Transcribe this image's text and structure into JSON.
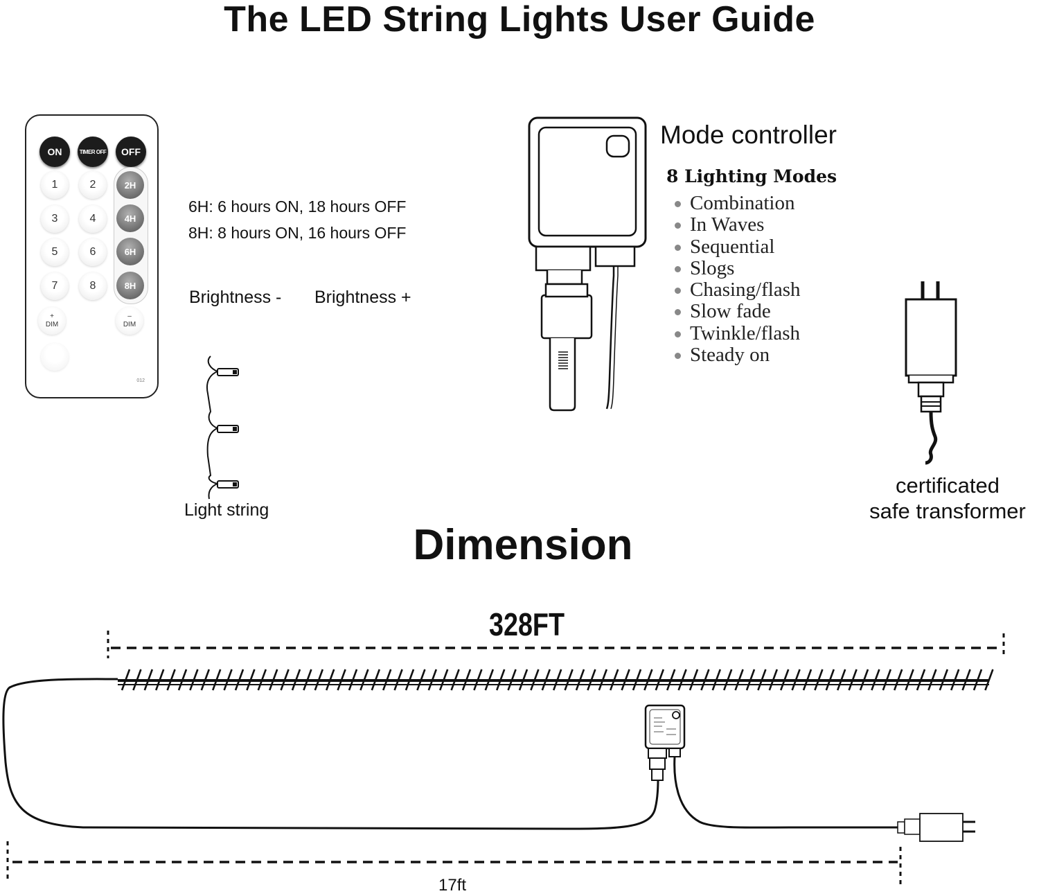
{
  "title": "The LED String Lights User Guide",
  "remote": {
    "top_buttons": [
      "ON",
      "TIMER OFF",
      "OFF"
    ],
    "number_buttons": [
      "1",
      "2",
      "3",
      "4",
      "5",
      "6",
      "7",
      "8"
    ],
    "timer_buttons": [
      "2H",
      "4H",
      "6H",
      "8H"
    ],
    "dim_plus": {
      "sign": "+",
      "label": "DIM"
    },
    "dim_minus": {
      "sign": "–",
      "label": "DIM"
    },
    "model": "012"
  },
  "timer_info": {
    "line_6h": "6H: 6 hours ON, 18 hours OFF",
    "line_8h": "8H: 8 hours ON, 16 hours OFF"
  },
  "brightness": {
    "minus": "Brightness -",
    "plus": "Brightness +"
  },
  "light_string_label": "Light string",
  "mode_controller": {
    "title": "Mode controller",
    "modes_heading": "8 Lighting Modes",
    "modes": [
      "Combination",
      "In Waves",
      "Sequential",
      "Slogs",
      "Chasing/flash",
      "Slow fade",
      "Twinkle/flash",
      "Steady on"
    ]
  },
  "transformer_label": {
    "line1": "certificated",
    "line2": "safe transformer"
  },
  "dimension": {
    "title": "Dimension",
    "length_main": "328FT",
    "length_lead": "17ft"
  },
  "colors": {
    "ink": "#111111",
    "timer_button": "#6e6e6e",
    "dark_button": "#1c1c1c"
  }
}
